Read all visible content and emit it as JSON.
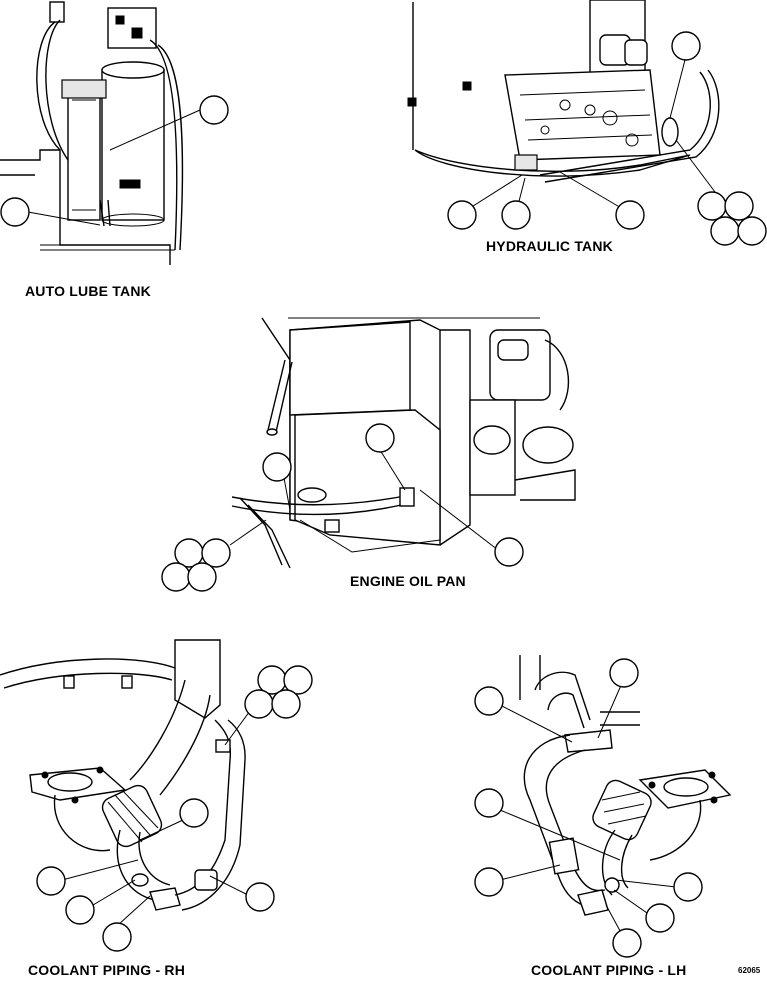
{
  "labels": {
    "auto_lube_tank": "AUTO LUBE TANK",
    "hydraulic_tank": "HYDRAULIC TANK",
    "engine_oil_pan": "ENGINE OIL PAN",
    "coolant_rh": "COOLANT PIPING - RH",
    "coolant_lh": "COOLANT PIPING - LH"
  },
  "figure_number": "62065"
}
